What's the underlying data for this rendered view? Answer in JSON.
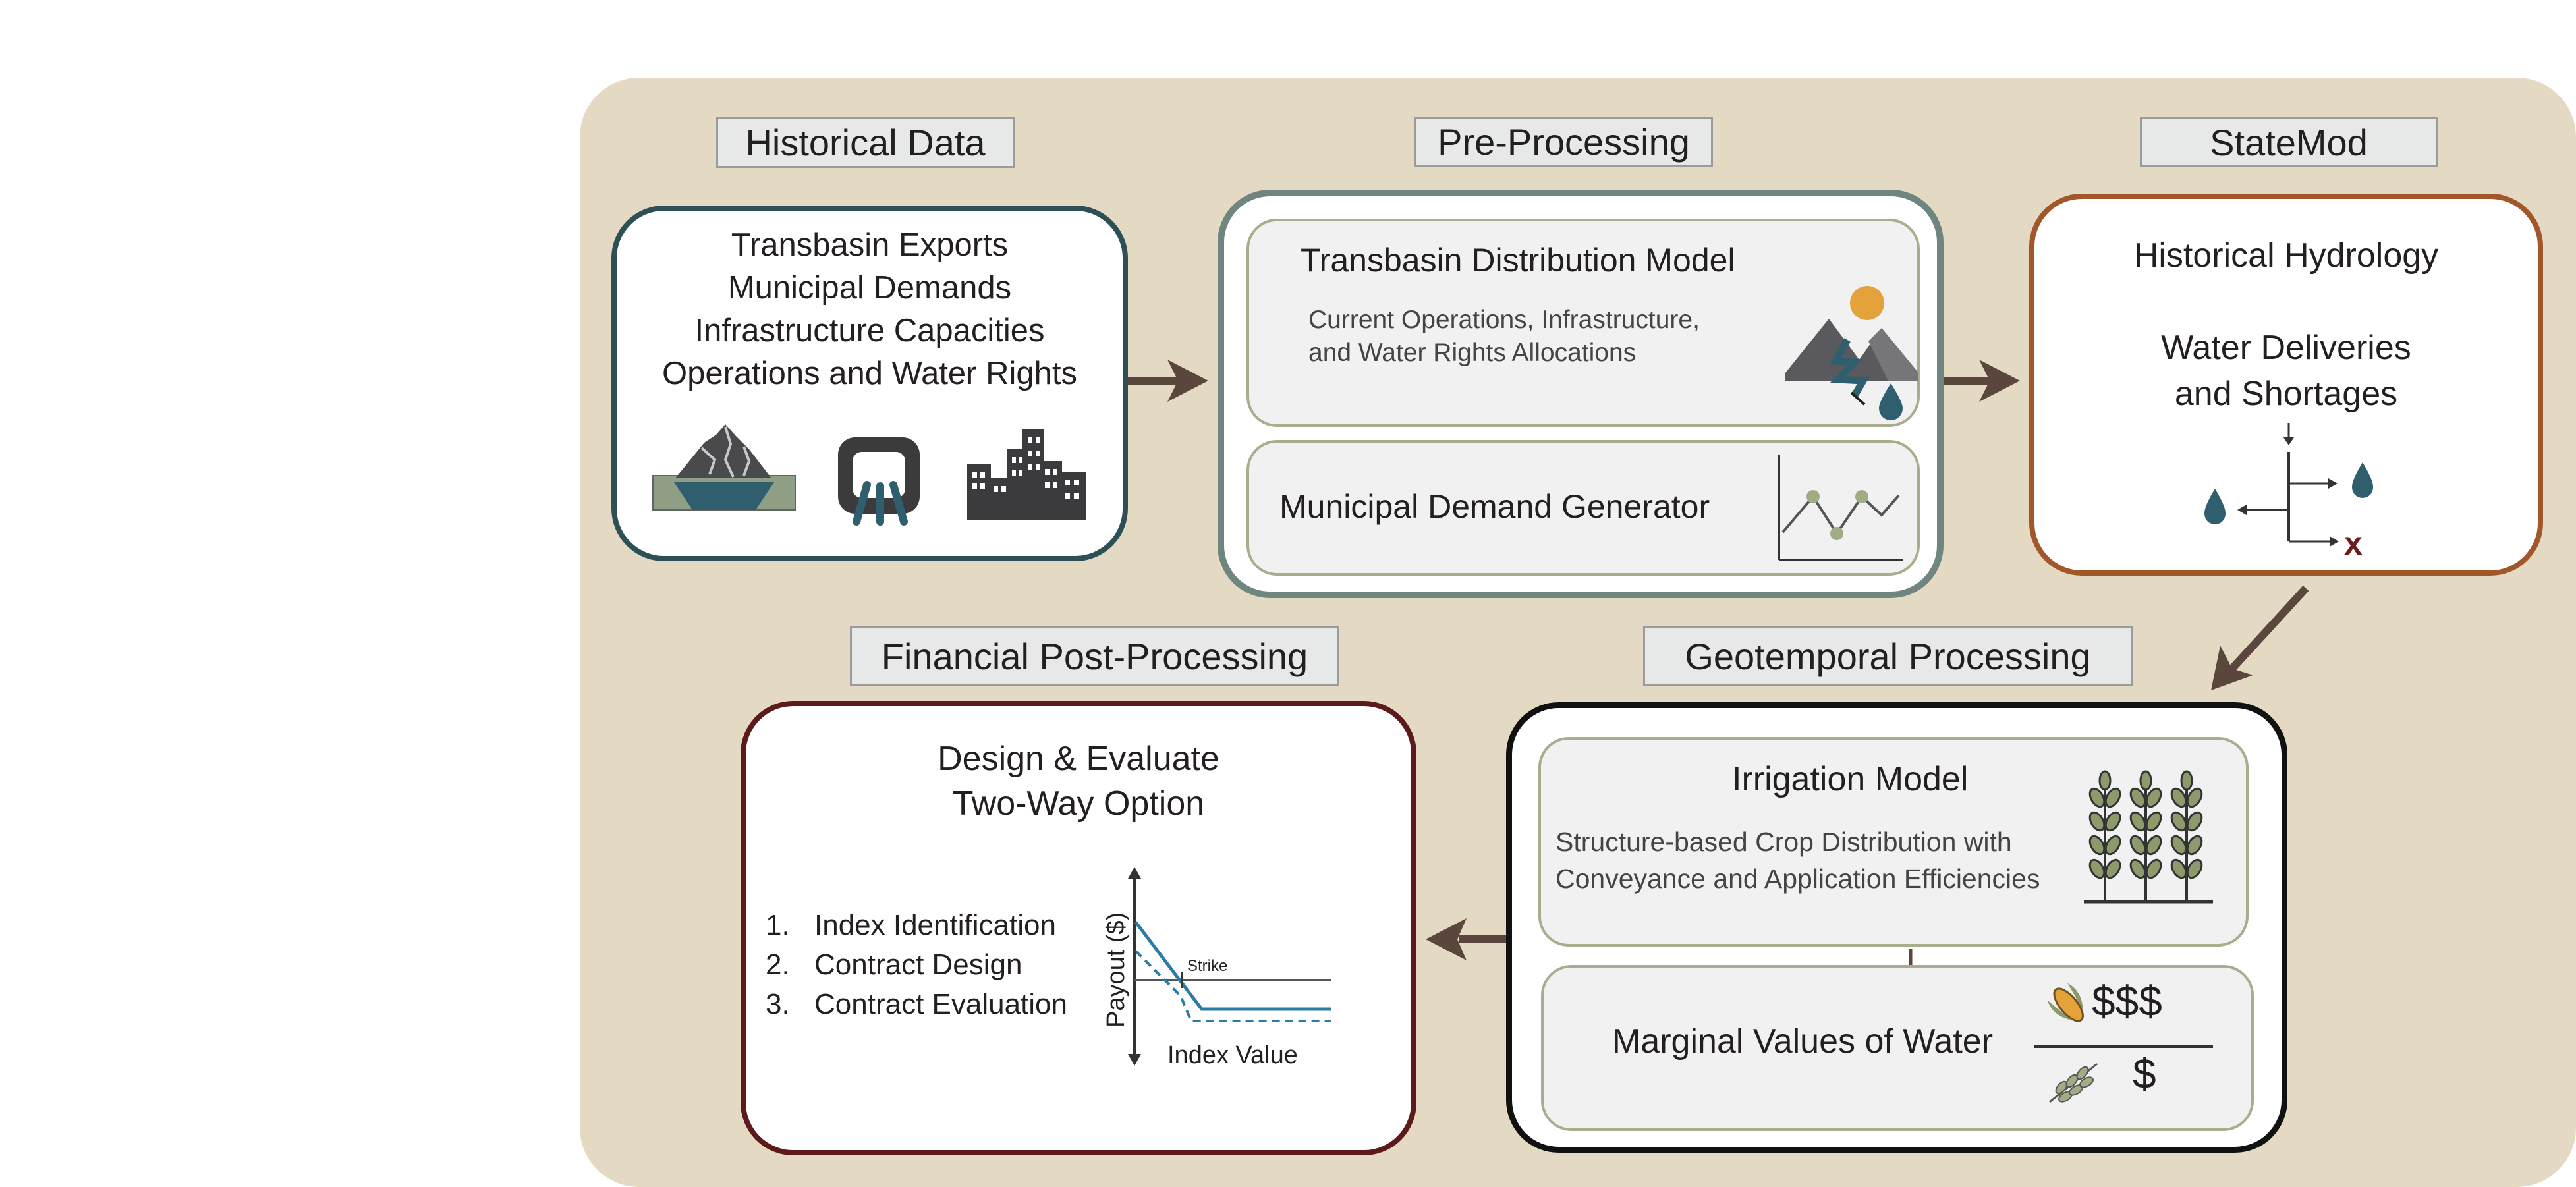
{
  "headers": {
    "historical_data": "Historical Data",
    "pre_processing": "Pre-Processing",
    "statemod": "StateMod",
    "financial": "Financial Post-Processing",
    "geotemporal": "Geotemporal Processing"
  },
  "historical": {
    "lines": [
      "Transbasin Exports",
      "Municipal Demands",
      "Infrastructure Capacities",
      "Operations and Water Rights"
    ],
    "icons": [
      "glacier-reservoir-icon",
      "tunnel-outlet-icon",
      "city-skyline-icon"
    ]
  },
  "preprocessing": {
    "transbasin_title": "Transbasin Distribution Model",
    "transbasin_desc": [
      "Current Operations, Infrastructure,",
      "and Water Rights Allocations"
    ],
    "municipal_title": "Municipal Demand Generator"
  },
  "statemod": {
    "line1": "Historical Hydrology",
    "line2": "Water Deliveries",
    "line3": "and Shortages",
    "shortage_mark": "x"
  },
  "geotemporal": {
    "irrigation_title": "Irrigation Model",
    "irrigation_desc": [
      "Structure-based Crop Distribution with",
      "Conveyance and Application Efficiencies"
    ],
    "marginal_title": "Marginal Values of Water",
    "numerator": "$$$",
    "denominator": "$"
  },
  "financial": {
    "title_line1": "Design & Evaluate",
    "title_line2": "Two-Way Option",
    "steps": [
      {
        "num": "1.",
        "label": "Index Identification"
      },
      {
        "num": "2.",
        "label": "Contract Design"
      },
      {
        "num": "3.",
        "label": "Contract Evaluation"
      }
    ],
    "payout_label": "Payout ($)",
    "index_label": "Index Value",
    "strike_label": "Strike"
  },
  "colors": {
    "panel_bg": "#e4dac3",
    "historical_border": "#2f4f57",
    "preprocessing_border": "#6e8580",
    "statemod_border": "#a2572a",
    "financial_border": "#5c1a1b",
    "geotemporal_border": "#111111",
    "arrow": "#5a463c",
    "water_drop": "#2f5f6e",
    "payout_line": "#2b7ba6"
  }
}
